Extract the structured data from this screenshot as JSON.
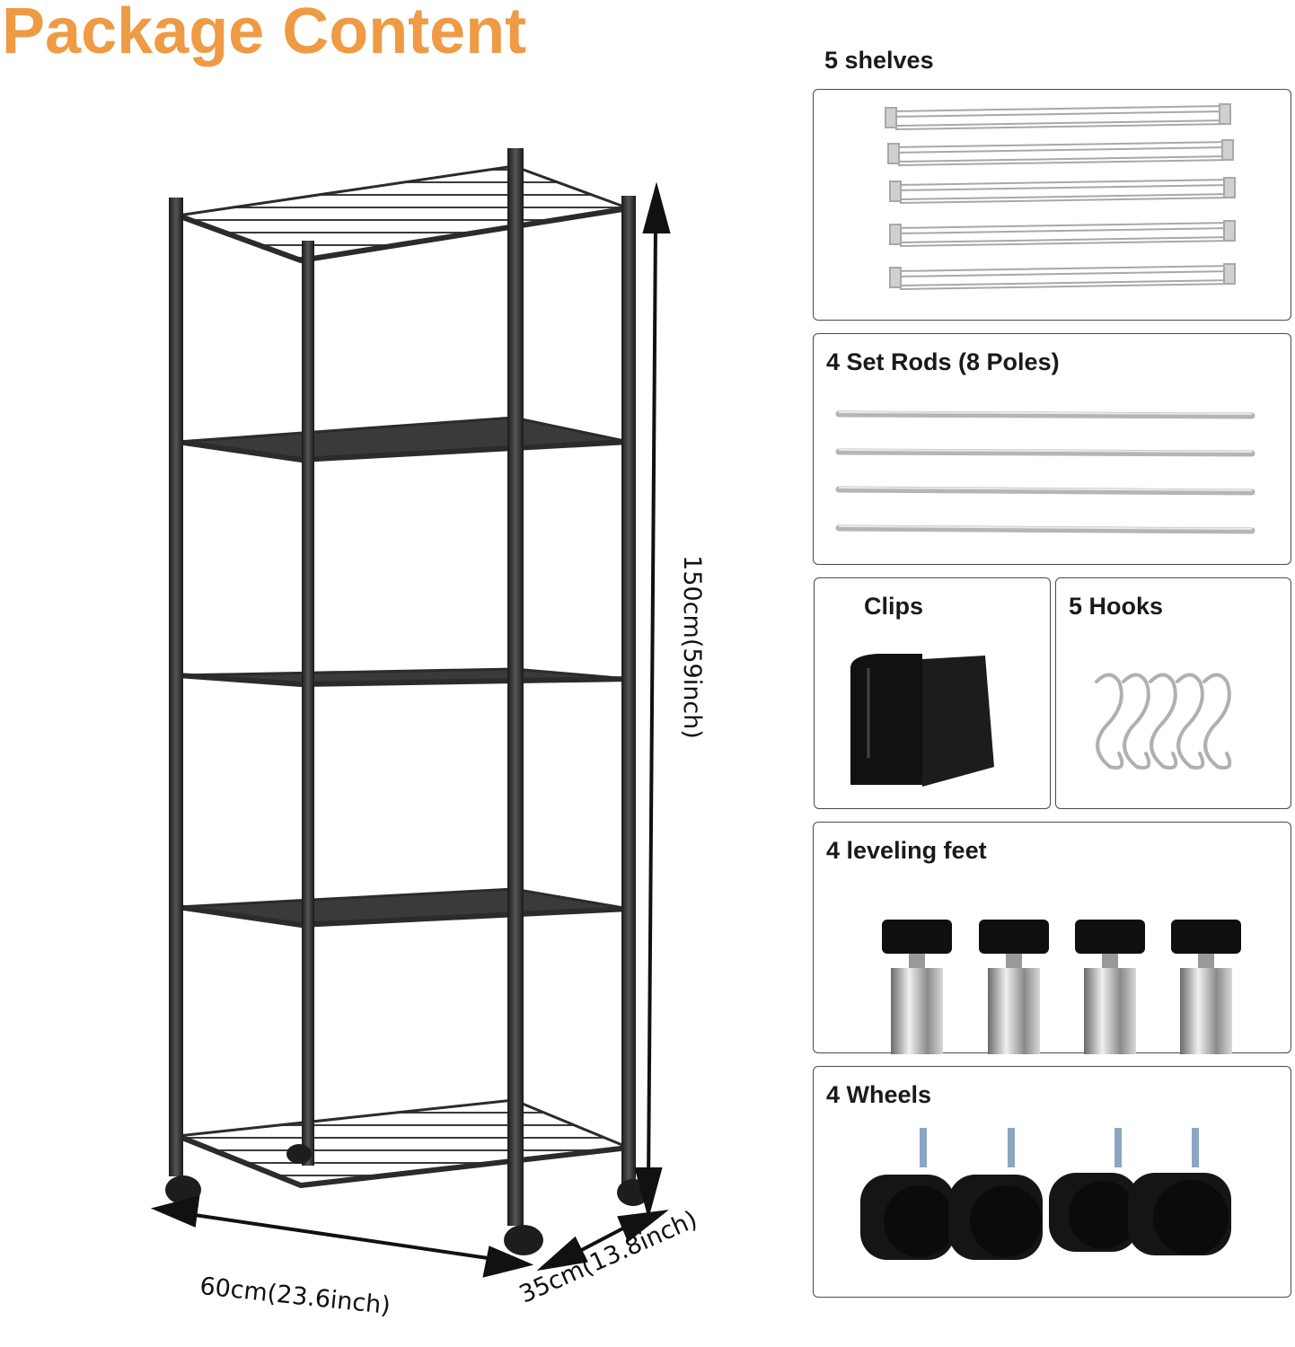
{
  "title": "Package Content",
  "dimensions": {
    "height": "150cm(59inch)",
    "width": "60cm(23.6inch)",
    "depth": "35cm(13.8inch)"
  },
  "components": {
    "shelves": "5  shelves",
    "rods": "4 Set Rods (8 Poles)",
    "clips": "Clips",
    "hooks": "5 Hooks",
    "feet": "4 leveling feet",
    "wheels": "4 Wheels"
  },
  "colors": {
    "title": "#ef9a44",
    "rack": "#2b2b2b",
    "chrome": "#bfbfbf"
  }
}
